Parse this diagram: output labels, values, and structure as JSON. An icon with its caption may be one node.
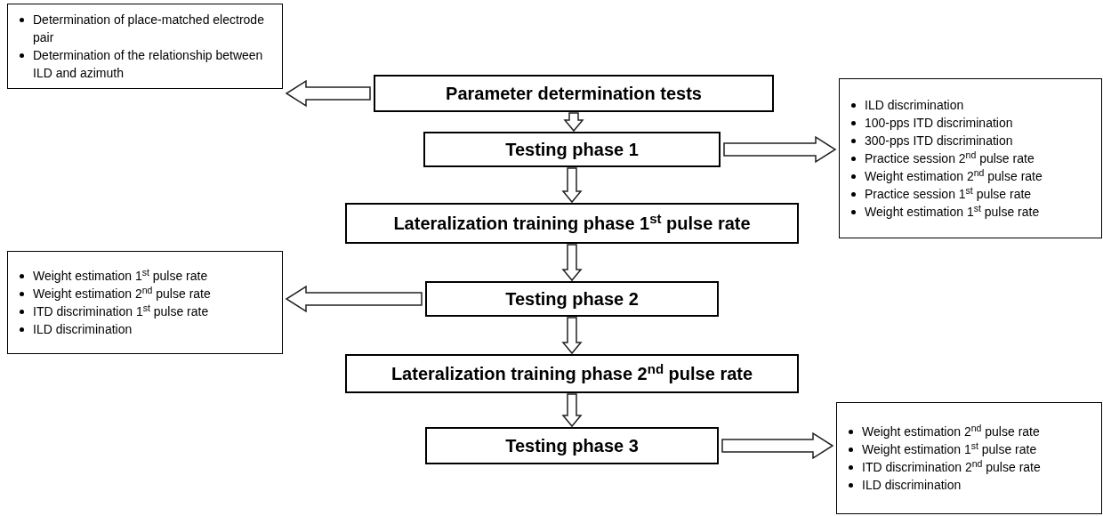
{
  "diagram": {
    "nodes": [
      {
        "text": [
          "Parameter determination tests"
        ]
      },
      {
        "text": [
          "Determination of place-matched electrode pair",
          "Determination of the relationship between ILD and azimuth"
        ]
      },
      {
        "text": [
          "Testing phase 1"
        ]
      },
      {
        "text": [
          "ILD discrimination",
          "100-pps ITD discrimination",
          "300-pps ITD discrimination",
          "Practice session 2$^{nd}$ pulse rate",
          "Weight estimation 2$^{nd}$ pulse rate",
          "Practice session 1$^{st}$ pulse rate",
          "Weight estimation 1$^{st}$ pulse rate"
        ]
      },
      {
        "text": [
          "Lateralization training phase 1$^{st}$ pulse rate"
        ]
      },
      {
        "text": [
          "Weight estimation 1$^{st}$ pulse rate",
          "Weight estimation 2$^{nd}$ pulse rate",
          "ITD discrimination 1$^{st}$ pulse rate",
          "ILD discrimination"
        ]
      },
      {
        "text": [
          "Testing phase 2"
        ]
      },
      {
        "text": [
          "Lateralization training phase 2$^{nd}$ pulse rate"
        ]
      },
      {
        "text": [
          "Testing phase 3"
        ]
      },
      {
        "text": [
          "Weight estimation 2$^{nd}$ pulse rate",
          "Weight estimation 1$^{st}$ pulse rate",
          "ITD discrimination 2$^{nd}$ pulse rate",
          "ILD discrimination"
        ]
      }
    ],
    "edges": [
      {
        "from": 0,
        "to": 1,
        "arrow": "to"
      },
      {
        "from": 0,
        "to": 2,
        "arrow": "to"
      },
      {
        "from": 2,
        "to": 3,
        "arrow": "to"
      },
      {
        "from": 2,
        "to": 4,
        "arrow": "to"
      },
      {
        "from": 4,
        "to": 6,
        "arrow": "to"
      },
      {
        "from": 6,
        "to": 5,
        "arrow": "to"
      },
      {
        "from": 6,
        "to": 7,
        "arrow": "to"
      },
      {
        "from": 7,
        "to": 8,
        "arrow": "to"
      },
      {
        "from": 8,
        "to": 9,
        "arrow": "to"
      }
    ]
  }
}
